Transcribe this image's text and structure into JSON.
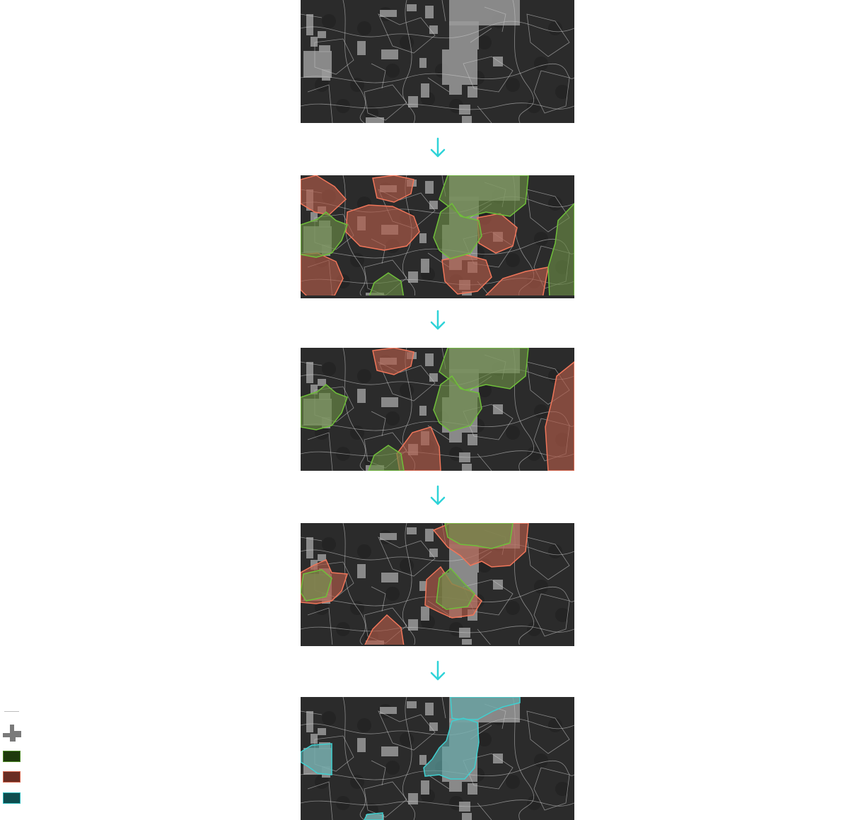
{
  "colors": {
    "background": "#ffffff",
    "map_base": "#2b2b2b",
    "boundary": "#c8c8c8",
    "highlight_cell": "#9a9a9a",
    "arrow": "#2fd3d8",
    "green_fill": "#6a8a45",
    "green_stroke": "#6fbf3a",
    "red_fill": "#b05a48",
    "red_stroke": "#f0765a",
    "cyan_fill": "#5fa8a8",
    "cyan_stroke": "#3fd0d0",
    "legend_green": "#1e3a0c",
    "legend_red": "#6a2c22",
    "legend_cyan": "#0e4d4f"
  },
  "panels": [
    {
      "name": "step-1-raw-cells",
      "overlays": []
    },
    {
      "name": "step-2-all-candidate-regions",
      "overlays": [
        "green",
        "red"
      ]
    },
    {
      "name": "step-3-filtered-regions",
      "overlays": [
        "green",
        "red"
      ]
    },
    {
      "name": "step-4-refined-regions",
      "overlays": [
        "green",
        "red"
      ]
    },
    {
      "name": "step-5-final-regions",
      "overlays": [
        "cyan"
      ]
    }
  ],
  "arrows": [
    "down-arrow-icon",
    "down-arrow-icon",
    "down-arrow-icon",
    "down-arrow-icon"
  ],
  "legend": [
    {
      "icon": "boundary-line-icon"
    },
    {
      "icon": "pixel-cells-icon"
    },
    {
      "icon": "green-region-swatch"
    },
    {
      "icon": "red-region-swatch"
    },
    {
      "icon": "cyan-region-swatch"
    }
  ]
}
